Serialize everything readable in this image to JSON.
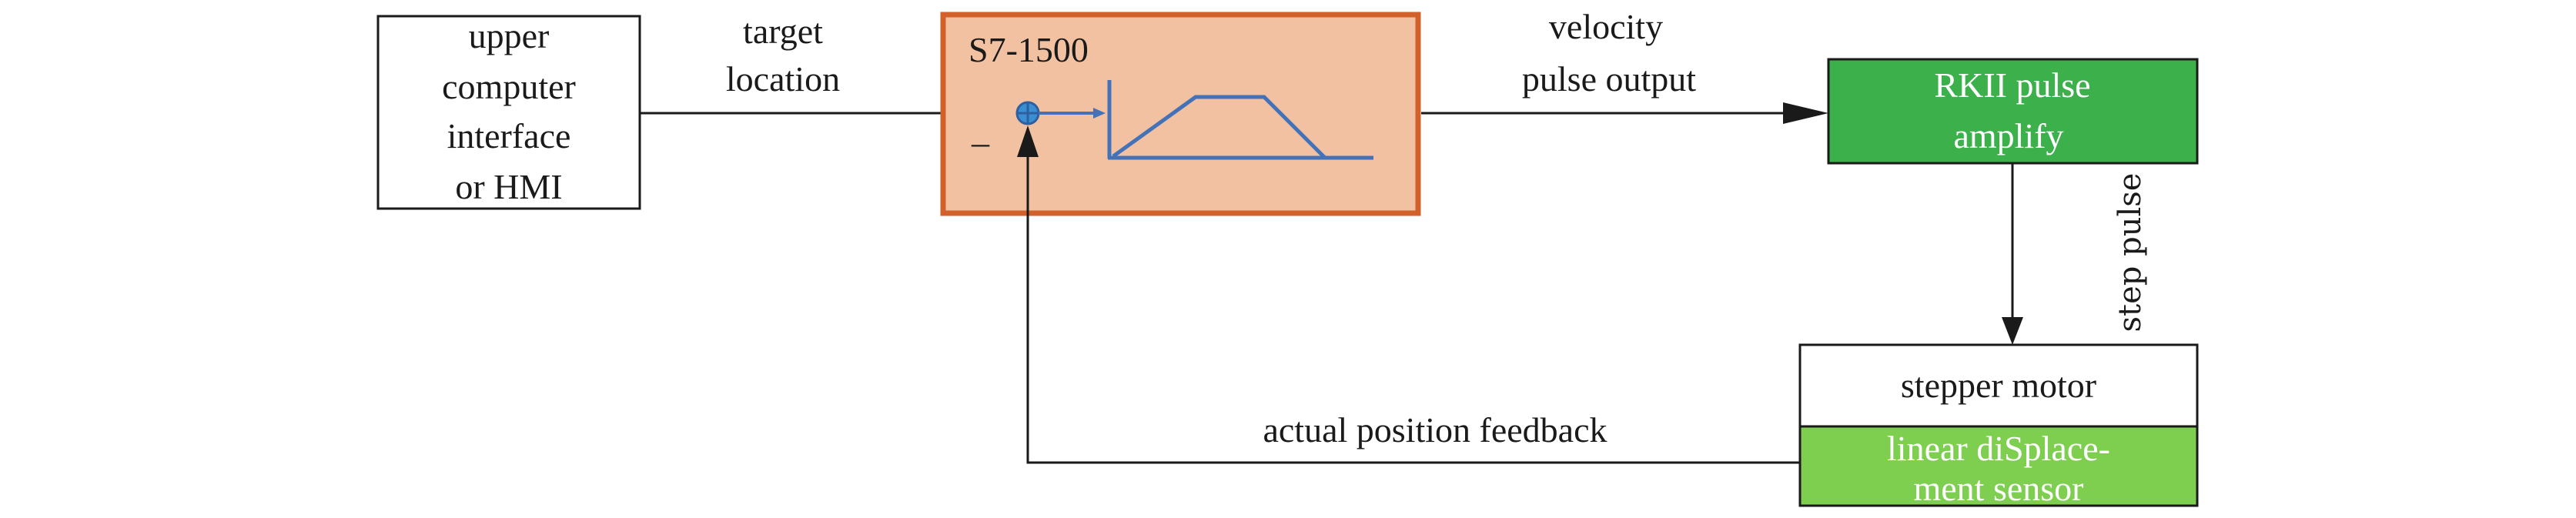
{
  "blocks": {
    "upper": {
      "lines": [
        "upper",
        "computer",
        "interface",
        "or HMI"
      ]
    },
    "plc": {
      "title": "S7-1500",
      "minus_sign": "–"
    },
    "amplifier": {
      "lines": [
        "RKII pulse",
        "amplify"
      ]
    },
    "motor": {
      "label": "stepper motor"
    },
    "sensor": {
      "lines": [
        "linear diSplace-",
        "ment sensor"
      ]
    }
  },
  "signals": {
    "target": [
      "target",
      "location"
    ],
    "velocity": [
      "velocity",
      "pulse output"
    ],
    "step": "step pulse",
    "feedback": "actual position feedback"
  },
  "colors": {
    "plc_fill": "#f2c1a2",
    "plc_border": "#d2602a",
    "amplifier_fill": "#3cb04a",
    "sensor_fill": "#7ecf50",
    "profile_blue": "#4472b8",
    "sum_blue": "#3a8ed2"
  }
}
